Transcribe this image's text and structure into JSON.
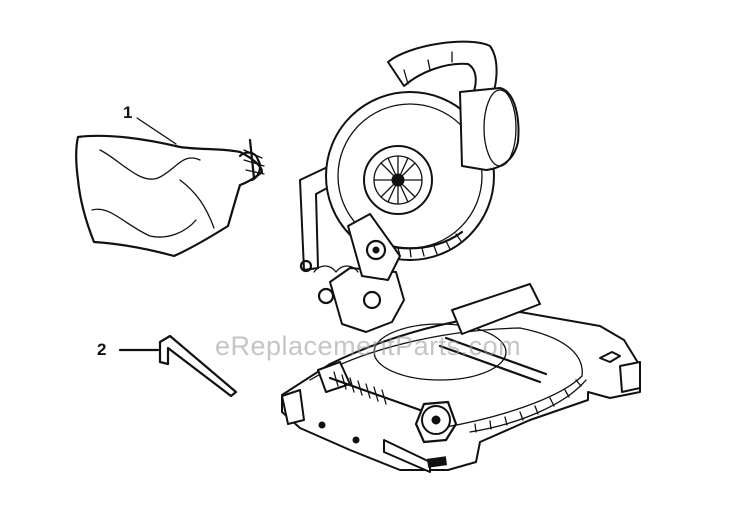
{
  "callouts": [
    {
      "number": "1",
      "part": "dust-bag"
    },
    {
      "number": "2",
      "part": "hex-wrench"
    }
  ],
  "watermark": "eReplacementParts.com",
  "colors": {
    "ink": "#111111",
    "background": "#ffffff",
    "watermark": "#969696"
  }
}
